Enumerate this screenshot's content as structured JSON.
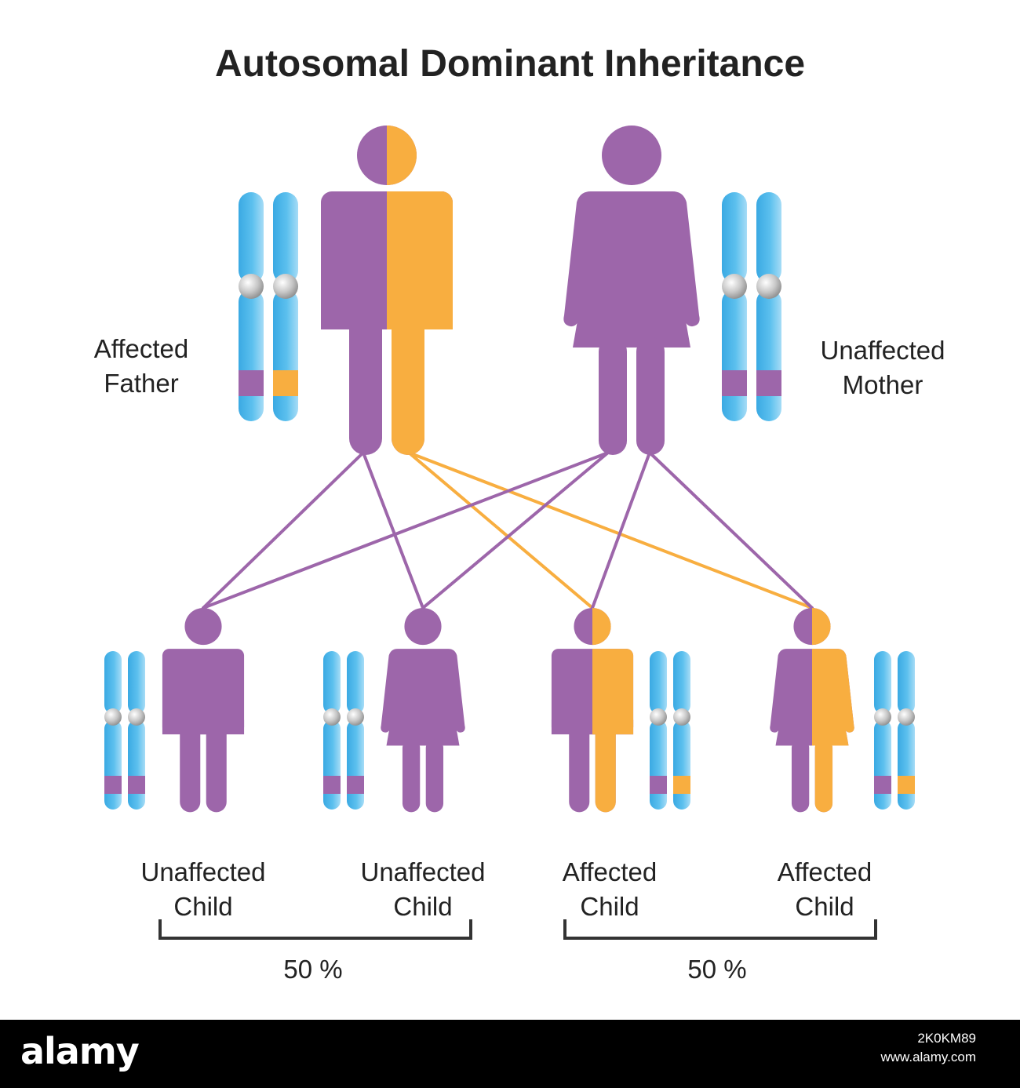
{
  "title": "Autosomal Dominant Inheritance",
  "colors": {
    "purple": "#9d66aa",
    "orange": "#f8ae40",
    "chromosome_blue": "#52b8e9",
    "centromere_gray": "#b8b8b8",
    "text": "#222222"
  },
  "parents": [
    {
      "id": "father",
      "sex": "male",
      "affected": true,
      "label_line1": "Affected",
      "label_line2": "Father",
      "chromosome_bands": [
        "purple",
        "orange"
      ]
    },
    {
      "id": "mother",
      "sex": "female",
      "affected": false,
      "label_line1": "Unaffected",
      "label_line2": "Mother",
      "chromosome_bands": [
        "purple",
        "purple"
      ]
    }
  ],
  "children": [
    {
      "id": "child1",
      "sex": "male",
      "affected": false,
      "label_line1": "Unaffected",
      "label_line2": "Child",
      "chromosome_bands": [
        "purple",
        "purple"
      ]
    },
    {
      "id": "child2",
      "sex": "female",
      "affected": false,
      "label_line1": "Unaffected",
      "label_line2": "Child",
      "chromosome_bands": [
        "purple",
        "purple"
      ]
    },
    {
      "id": "child3",
      "sex": "male",
      "affected": true,
      "label_line1": "Affected",
      "label_line2": "Child",
      "chromosome_bands": [
        "purple",
        "orange"
      ]
    },
    {
      "id": "child4",
      "sex": "female",
      "affected": true,
      "label_line1": "Affected",
      "label_line2": "Child",
      "chromosome_bands": [
        "purple",
        "orange"
      ]
    }
  ],
  "links": [
    {
      "from": "father-left",
      "to": "child1",
      "color": "purple"
    },
    {
      "from": "father-left",
      "to": "child2",
      "color": "purple"
    },
    {
      "from": "father-right",
      "to": "child3",
      "color": "orange"
    },
    {
      "from": "father-right",
      "to": "child4",
      "color": "orange"
    },
    {
      "from": "mother-left",
      "to": "child1",
      "color": "purple"
    },
    {
      "from": "mother-left",
      "to": "child2",
      "color": "purple"
    },
    {
      "from": "mother-right",
      "to": "child3",
      "color": "purple"
    },
    {
      "from": "mother-right",
      "to": "child4",
      "color": "purple"
    }
  ],
  "groups": [
    {
      "label": "50 %",
      "children": [
        "child1",
        "child2"
      ]
    },
    {
      "label": "50 %",
      "children": [
        "child3",
        "child4"
      ]
    }
  ],
  "footer": {
    "brand": "alamy",
    "image_id": "2K0KM89",
    "site": "www.alamy.com"
  }
}
